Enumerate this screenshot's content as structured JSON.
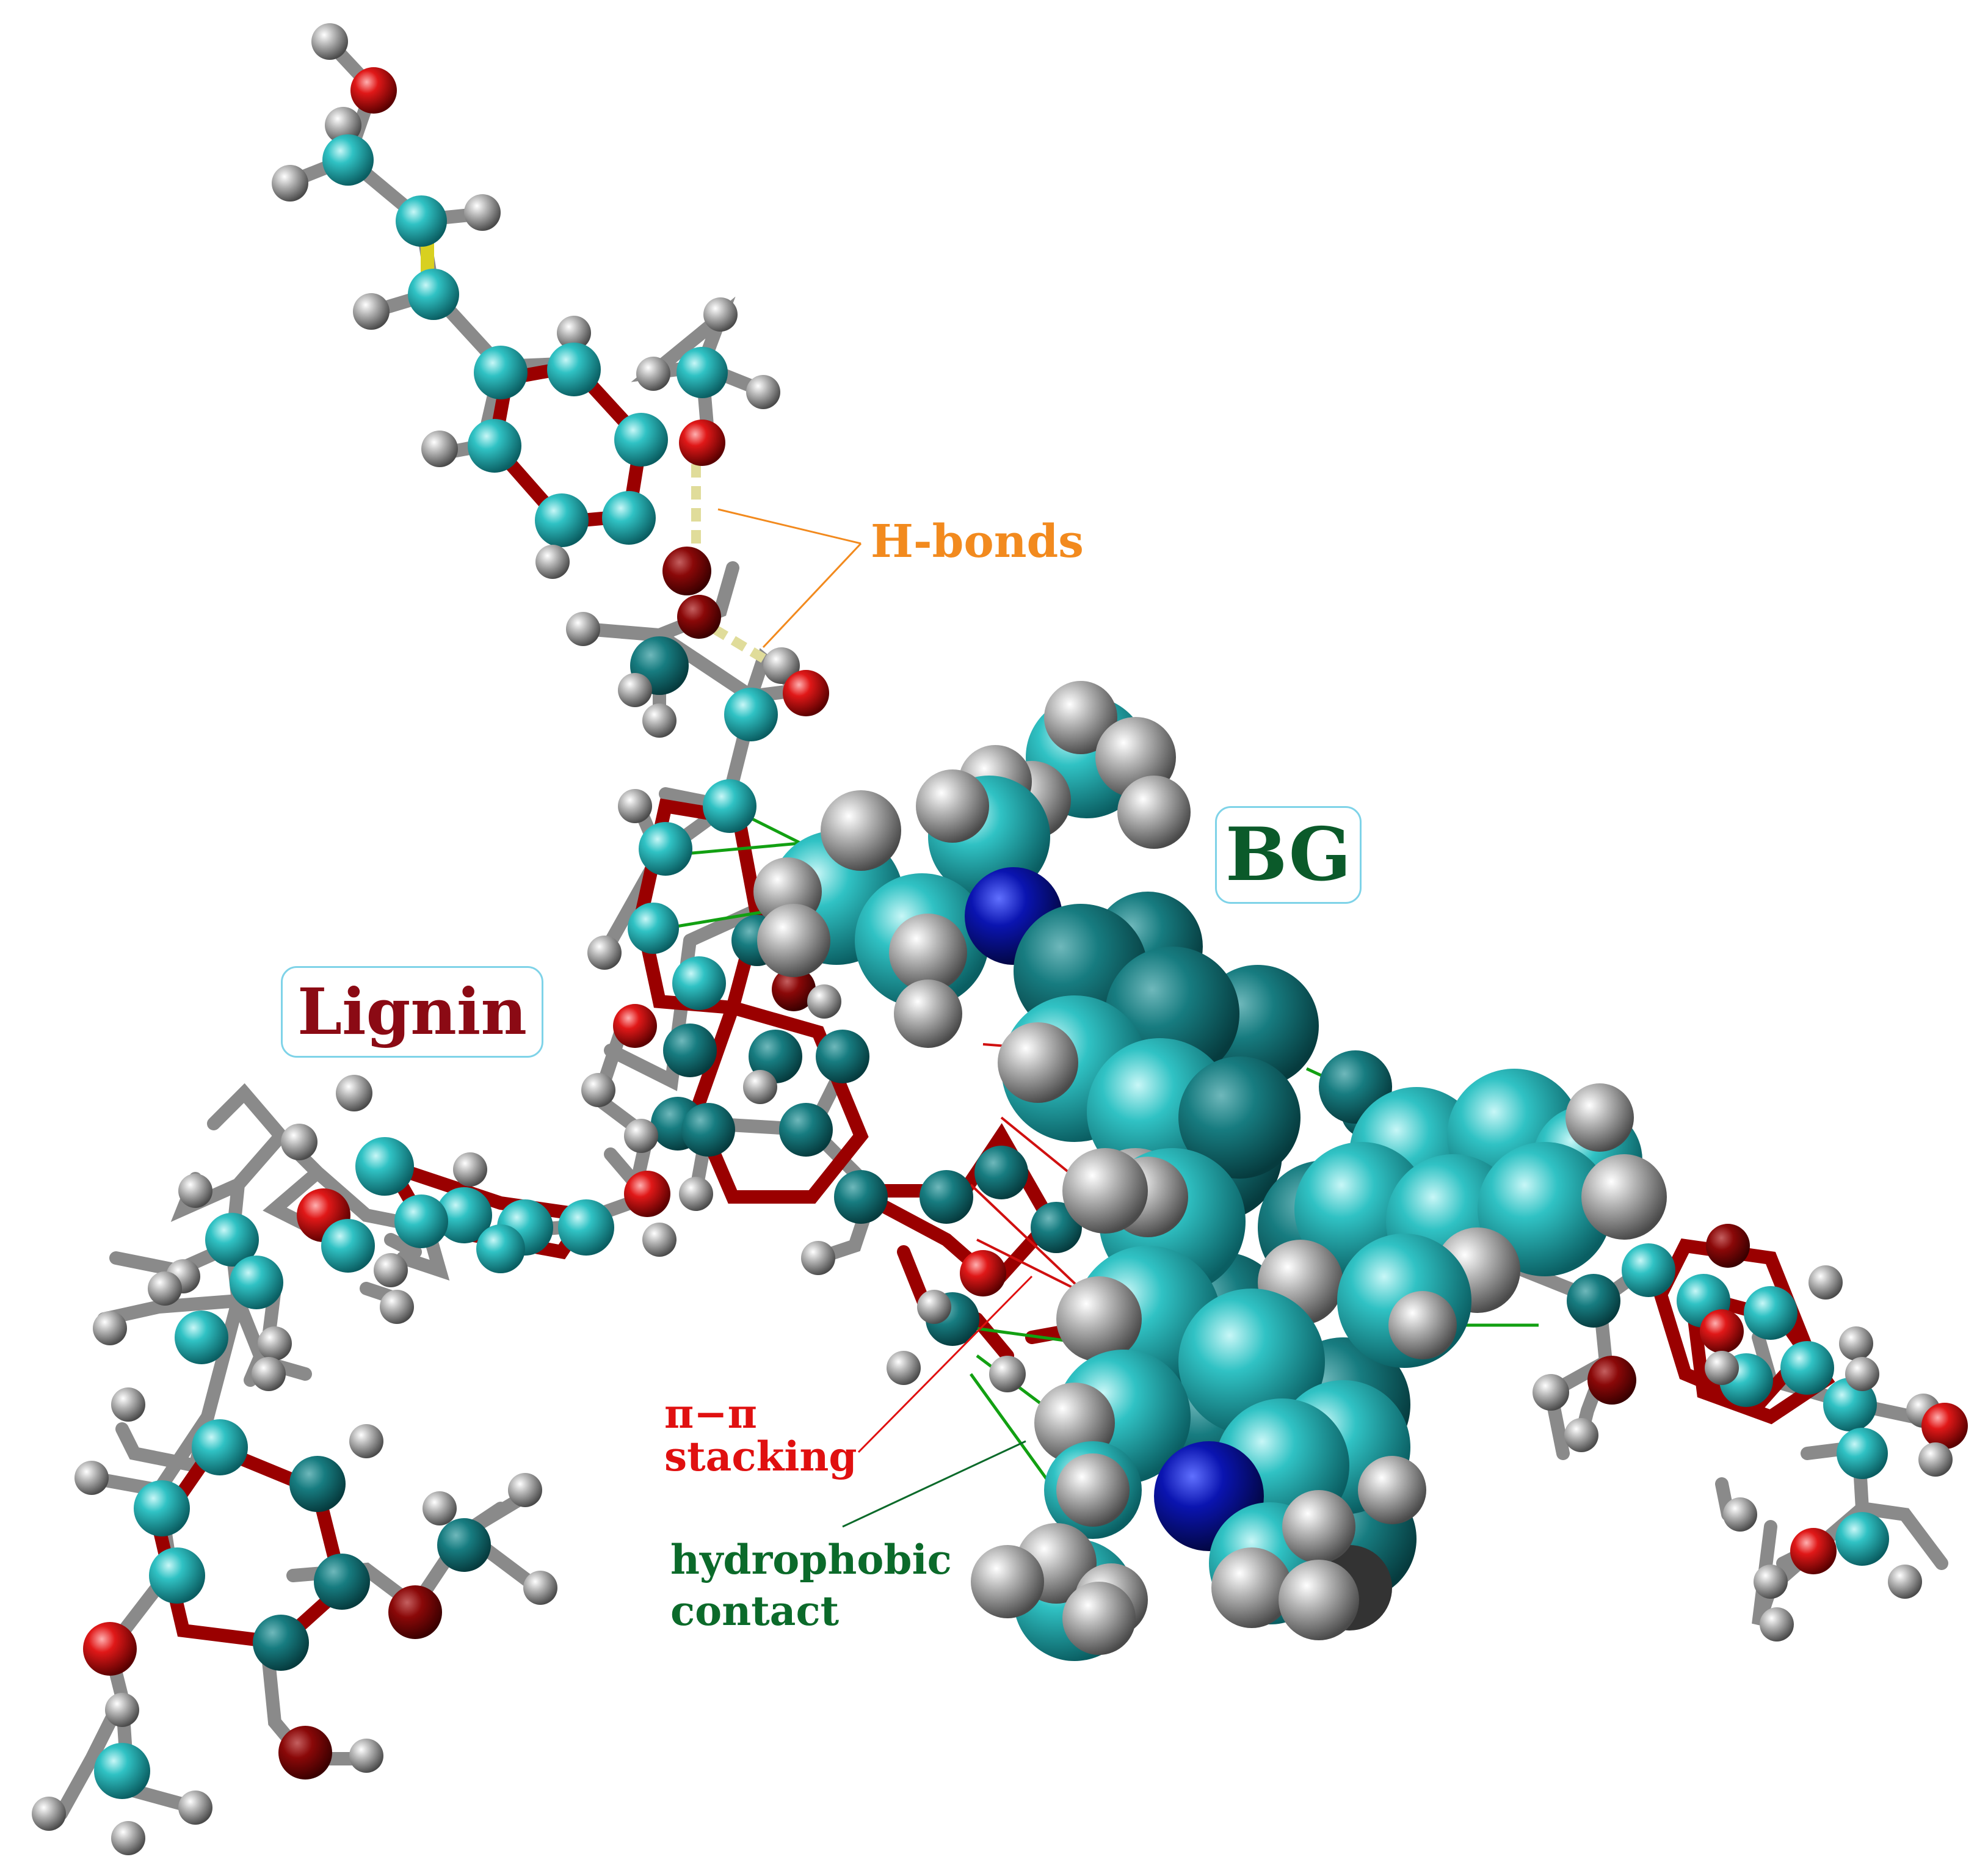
{
  "labels": {
    "lignin": "Lignin",
    "bg": "BG",
    "hbonds": "H-bonds",
    "pipi_line1": "π−π",
    "pipi_line2": "stacking",
    "hydrophobic_line1": "hydrophobic",
    "hydrophobic_line2": "contact"
  },
  "colors": {
    "lignin_text": "#8b0a14",
    "bg_text": "#0b5a2a",
    "hbonds": "#f28a1e",
    "pipi": "#e01010",
    "hydrophobic": "#0b6a2a",
    "carbon": "#1aa6a8",
    "carbon_dark": "#0f6f73",
    "oxygen": "#d01010",
    "hydrogen": "#9a9a9a",
    "nitrogen": "#0a1a9a",
    "bond_grey": "#8a8a8a",
    "bond_red": "#a00000"
  }
}
